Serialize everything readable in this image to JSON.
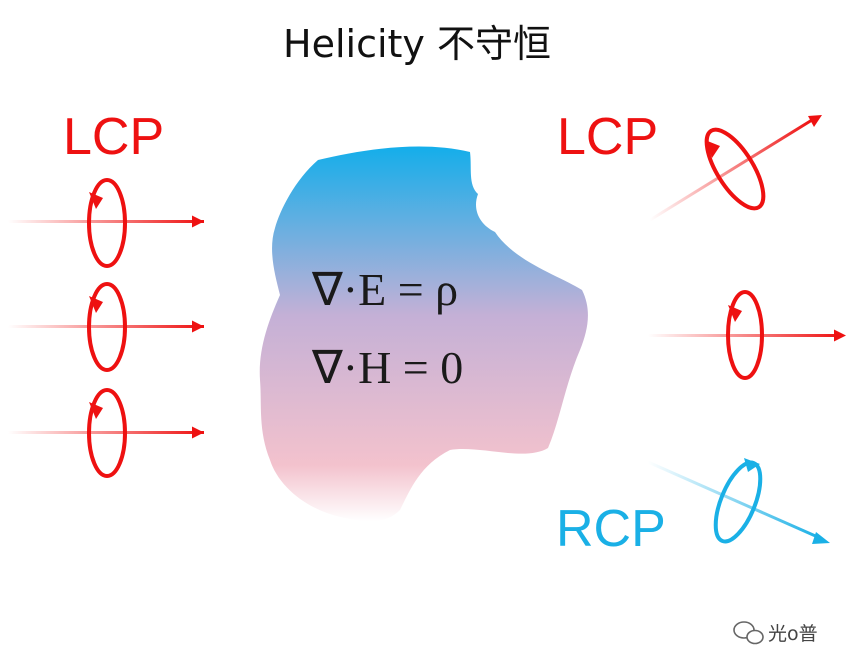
{
  "title": "Helicity 不守恒",
  "labels": {
    "left_lcp": "LCP",
    "right_lcp": "LCP",
    "right_rcp": "RCP"
  },
  "equations": {
    "line1": "∇·E = ρ",
    "line2": "∇·H = 0"
  },
  "watermark": "光o普",
  "colors": {
    "lcp": "#ee1111",
    "rcp": "#1ab0e6",
    "scatterer_top": "#14aeea",
    "scatterer_mid": "#c4b0d6",
    "scatterer_bottom": "#f3c2cd"
  }
}
